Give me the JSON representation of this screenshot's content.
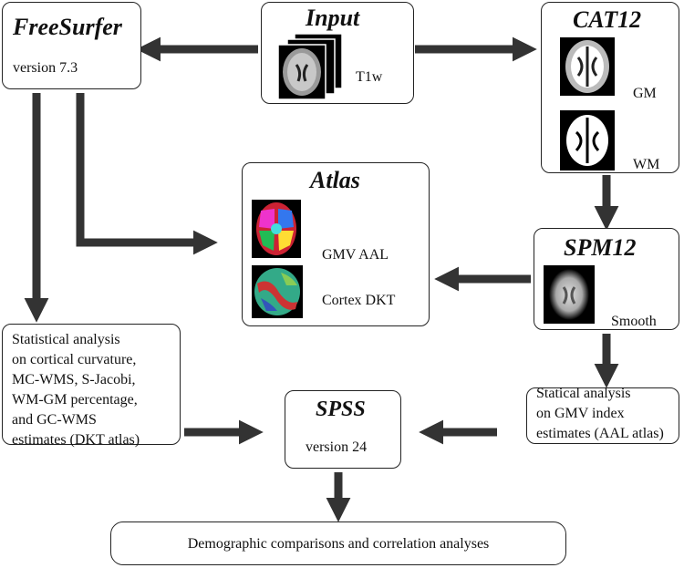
{
  "input": {
    "title": "Input",
    "label": "T1w"
  },
  "freesurfer": {
    "title": "FreeSurfer",
    "version": "version 7.3"
  },
  "cat12": {
    "title": "CAT12",
    "gm": "GM",
    "wm": "WM"
  },
  "atlas": {
    "title": "Atlas",
    "gmv": "GMV AAL",
    "cortex": "Cortex DKT"
  },
  "spm12": {
    "title": "SPM12",
    "smooth": "Smooth"
  },
  "stats_left": {
    "lines": [
      "Statistical analysis",
      "on cortical curvature,",
      "MC-WMS, S-Jacobi,",
      "WM-GM percentage,",
      "and GC-WMS",
      "estimates (DKT atlas)"
    ]
  },
  "stats_right": {
    "lines": [
      "Statical analysis",
      "on GMV index",
      "estimates (AAL atlas)"
    ]
  },
  "spss": {
    "title": "SPSS",
    "version": "version 24"
  },
  "final": {
    "label": "Demographic comparisons and correlation analyses"
  },
  "colors": {
    "arrow": "#333333",
    "border": "#222222",
    "scan_bg": "#000000"
  }
}
